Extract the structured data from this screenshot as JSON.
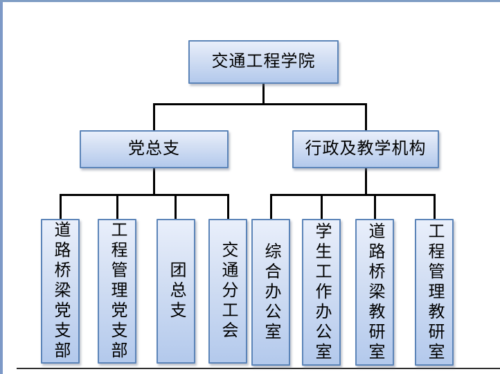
{
  "frame": {
    "left_border_color": "#7d99c7",
    "top_border_color": "#7f9dc4",
    "bottom_line_color": "#2e2e2e"
  },
  "org": {
    "style": {
      "node_border_color": "#5b84b8",
      "node_fill_top": "#e9effb",
      "node_fill_bottom": "#b3c9ec",
      "connector_color": "#000000",
      "text_color": "#000000"
    },
    "root": {
      "label": "交通工程学院"
    },
    "branches": [
      {
        "label": "党总支"
      },
      {
        "label": "行政及教学机构"
      }
    ],
    "leaves": [
      {
        "label": "道路桥梁党支部",
        "parent": "党总支"
      },
      {
        "label": "工程管理党支部",
        "parent": "党总支"
      },
      {
        "label": "团总支",
        "parent": "党总支"
      },
      {
        "label": "交通分工会",
        "parent": "党总支"
      },
      {
        "label": "综合办公室",
        "parent": "行政及教学机构"
      },
      {
        "label": "学生工作办公室",
        "parent": "行政及教学机构"
      },
      {
        "label": "道路桥梁教研室",
        "parent": "行政及教学机构"
      },
      {
        "label": "工程管理教研室",
        "parent": "行政及教学机构"
      }
    ]
  }
}
